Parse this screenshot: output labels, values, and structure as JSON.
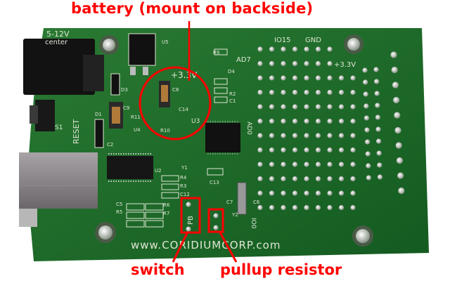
{
  "annotations": {
    "title": "battery (mount on backside)",
    "switch": "switch",
    "pullup": "pullup resistor"
  },
  "board_silkscreen": {
    "voltage_in": "5-12V",
    "center": "center",
    "reset": "RESET",
    "v33_a": "+3.3V",
    "v33_b": "+3.3V",
    "io15": "IO15",
    "gnd": "GND",
    "ad7": "AD7",
    "ad0": "AD0",
    "io0": "IO0",
    "pb": "PB",
    "website": "www.CORIDIUMCORP.com",
    "u5": "U5",
    "u3": "U3",
    "u4": "U4",
    "u2": "U2",
    "y1": "Y1",
    "y2": "Y2",
    "d1": "D1",
    "d3": "D3",
    "d4": "D4",
    "s1": "S1",
    "c1": "C1",
    "c2": "C2",
    "c5": "C5",
    "c6": "C6",
    "c7": "C7",
    "c8": "C8",
    "c9": "C9",
    "c12": "C12",
    "c13": "C13",
    "c14": "C14",
    "r2": "R2",
    "r3": "R3",
    "r4": "R4",
    "r5": "R5",
    "r6": "R6",
    "r7": "R7",
    "r9": "R9",
    "r10": "R10",
    "r11": "R11"
  },
  "colors": {
    "annotation": "#ff0000",
    "pcb": "#1f6b2a",
    "silkscreen": "#dfe6d4"
  }
}
